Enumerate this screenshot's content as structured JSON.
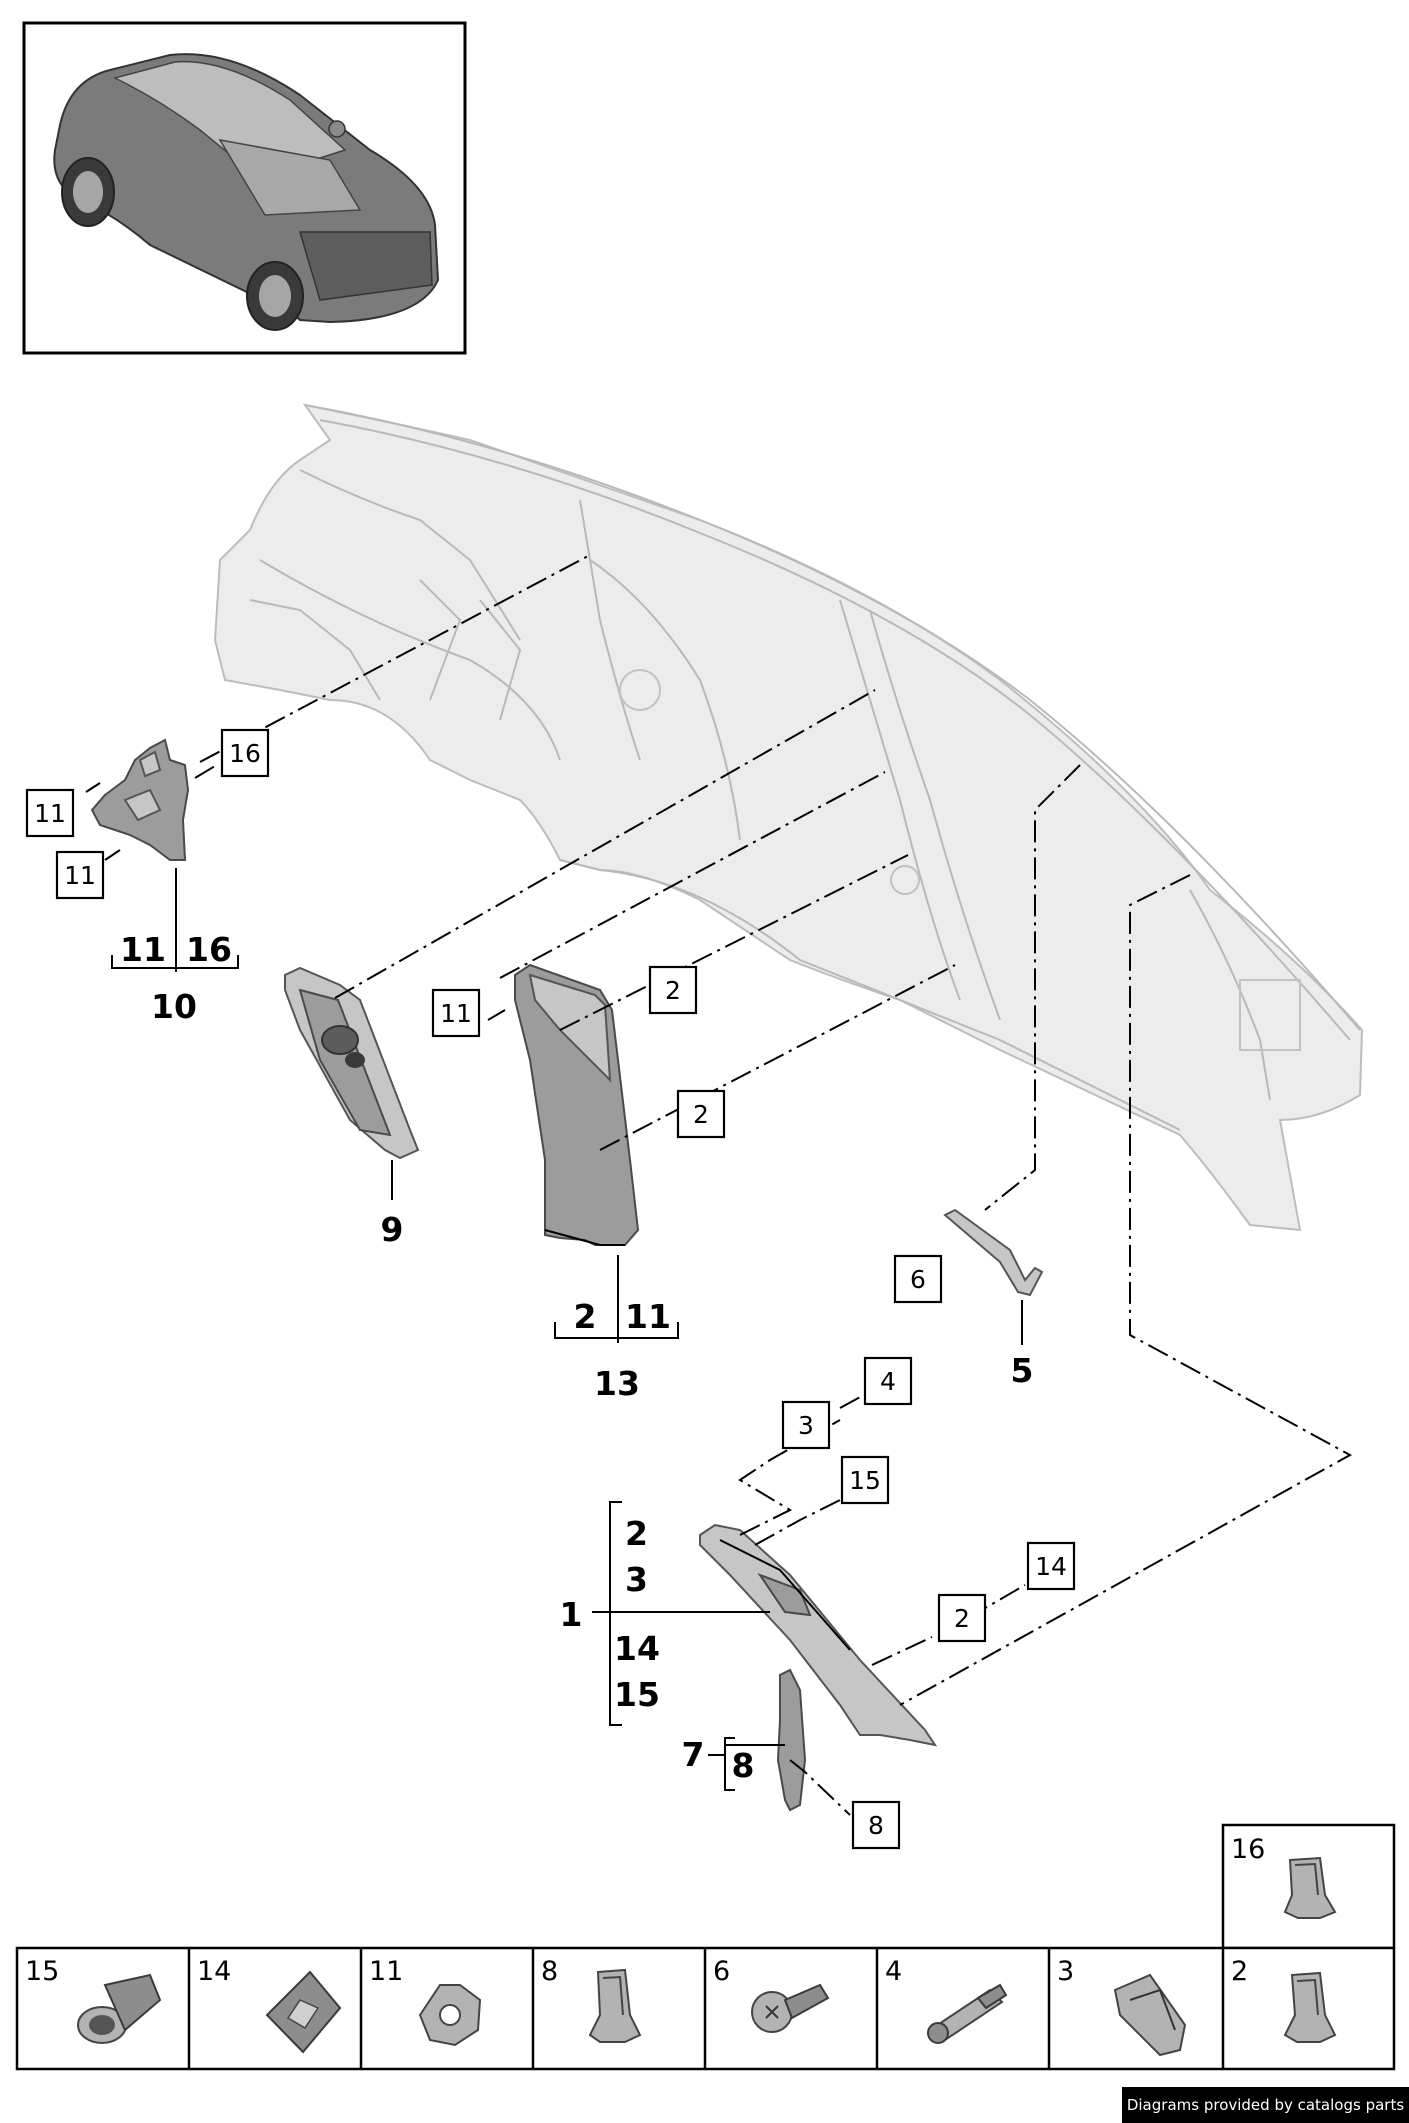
{
  "callouts": [
    {
      "id": "c16",
      "label": "16"
    },
    {
      "id": "c11a",
      "label": "11"
    },
    {
      "id": "c11b",
      "label": "11"
    },
    {
      "id": "c11c",
      "label": "11"
    },
    {
      "id": "c2a",
      "label": "2"
    },
    {
      "id": "c2b",
      "label": "2"
    },
    {
      "id": "c6",
      "label": "6"
    },
    {
      "id": "c4",
      "label": "4"
    },
    {
      "id": "c3",
      "label": "3"
    },
    {
      "id": "c15",
      "label": "15"
    },
    {
      "id": "c14",
      "label": "14"
    },
    {
      "id": "c2c",
      "label": "2"
    },
    {
      "id": "c8",
      "label": "8"
    }
  ],
  "groups": {
    "g10": {
      "members": [
        "11",
        "16"
      ],
      "number": "10"
    },
    "g13": {
      "members": [
        "2",
        "11"
      ],
      "number": "13"
    },
    "g1": {
      "members": [
        "2",
        "3",
        "14",
        "15"
      ],
      "number": "1"
    },
    "g7": {
      "members": [
        "8"
      ],
      "number": "7"
    }
  },
  "part_labels": {
    "p9": "9",
    "p5": "5"
  },
  "hardware_table": [
    {
      "label": "15",
      "icon": "sleeve-nut-icon"
    },
    {
      "label": "14",
      "icon": "foam-pad-icon"
    },
    {
      "label": "11",
      "icon": "clip-icon"
    },
    {
      "label": "8",
      "icon": "clip-icon"
    },
    {
      "label": "6",
      "icon": "screw-icon"
    },
    {
      "label": "4",
      "icon": "stud-bolt-icon"
    },
    {
      "label": "3",
      "icon": "bracket-clip-icon"
    },
    {
      "label": "2",
      "icon": "clip-icon"
    }
  ],
  "hardware_extra": {
    "label": "16",
    "icon": "clip-icon"
  },
  "credit": "Diagrams provided by catalogs parts"
}
